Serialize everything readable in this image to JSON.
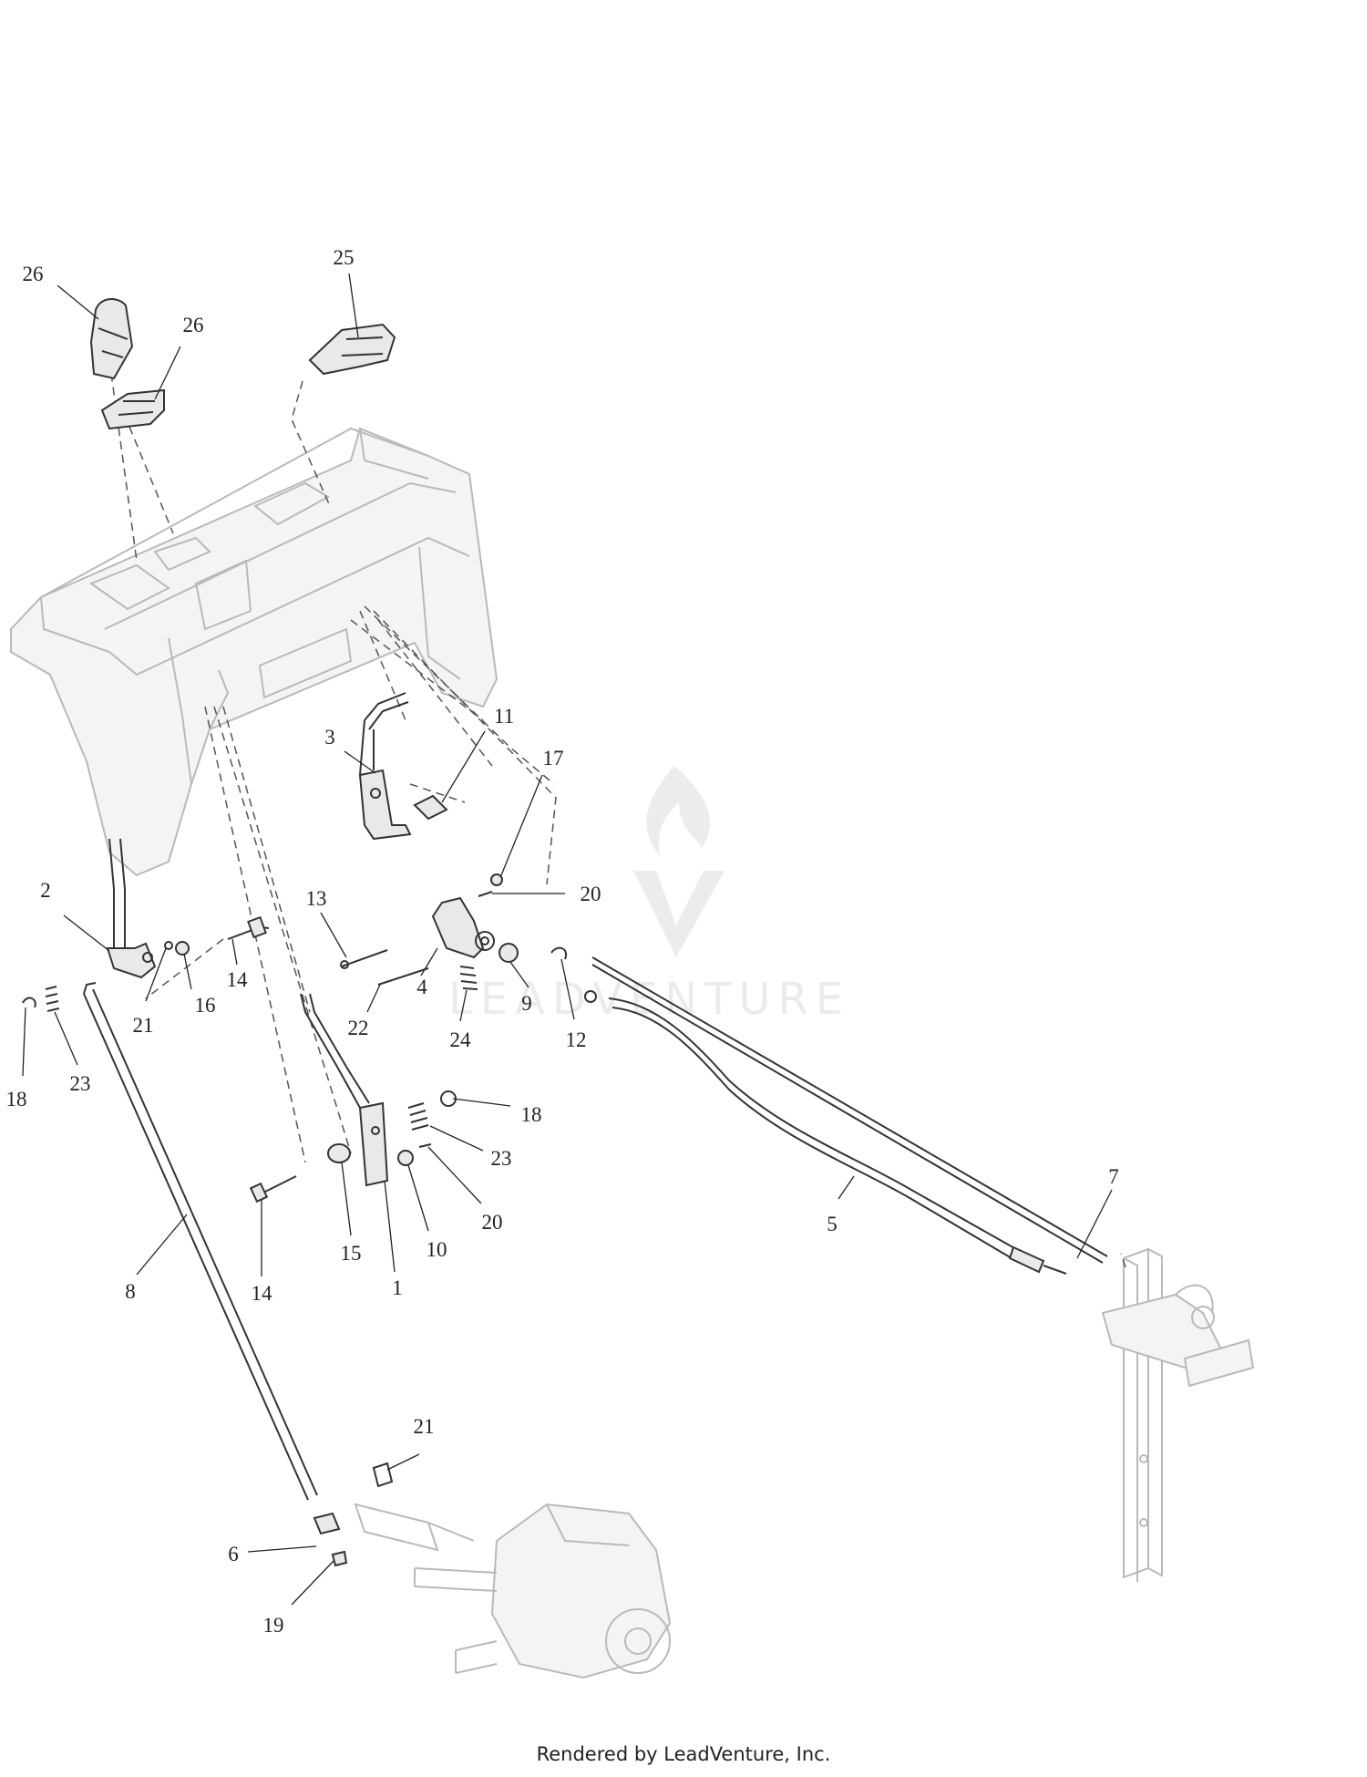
{
  "watermark": {
    "text": "LEADVENTURE"
  },
  "footer": {
    "text": "Rendered by LeadVenture, Inc."
  },
  "callouts": [
    {
      "id": "c26a",
      "label": "26"
    },
    {
      "id": "c26b",
      "label": "26"
    },
    {
      "id": "c25",
      "label": "25"
    },
    {
      "id": "c3",
      "label": "3"
    },
    {
      "id": "c11",
      "label": "11"
    },
    {
      "id": "c17",
      "label": "17"
    },
    {
      "id": "c13",
      "label": "13"
    },
    {
      "id": "c20a",
      "label": "20"
    },
    {
      "id": "c2",
      "label": "2"
    },
    {
      "id": "c14a",
      "label": "14"
    },
    {
      "id": "c16",
      "label": "16"
    },
    {
      "id": "c21a",
      "label": "21"
    },
    {
      "id": "c4",
      "label": "4"
    },
    {
      "id": "c9",
      "label": "9"
    },
    {
      "id": "c22",
      "label": "22"
    },
    {
      "id": "c24",
      "label": "24"
    },
    {
      "id": "c12",
      "label": "12"
    },
    {
      "id": "c18a",
      "label": "18"
    },
    {
      "id": "c23a",
      "label": "23"
    },
    {
      "id": "c18b",
      "label": "18"
    },
    {
      "id": "c23b",
      "label": "23"
    },
    {
      "id": "c20b",
      "label": "20"
    },
    {
      "id": "c15",
      "label": "15"
    },
    {
      "id": "c10",
      "label": "10"
    },
    {
      "id": "c1",
      "label": "1"
    },
    {
      "id": "c14b",
      "label": "14"
    },
    {
      "id": "c8",
      "label": "8"
    },
    {
      "id": "c5",
      "label": "5"
    },
    {
      "id": "c7",
      "label": "7"
    },
    {
      "id": "c21b",
      "label": "21"
    },
    {
      "id": "c6",
      "label": "6"
    },
    {
      "id": "c19",
      "label": "19"
    }
  ]
}
